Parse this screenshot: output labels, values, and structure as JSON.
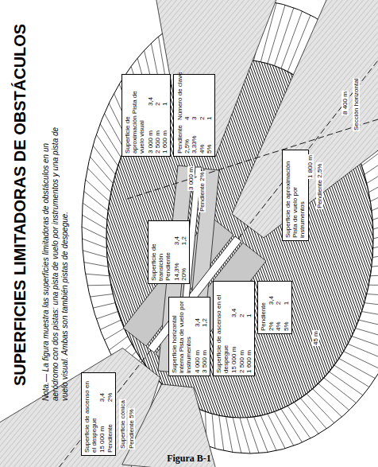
{
  "diagram": {
    "title": "SUPERFICIES LIMITADORAS DE OBSTÁCULOS",
    "caption": "Figura B-1",
    "nodes": [
      {
        "text": [
          "Superficie de aproximación Pista de vuelo visual",
          "3 000 m",
          "3,4",
          "2 500 m",
          "2",
          "1 600 m",
          "1"
        ]
      },
      {
        "text": [
          "Pendiente",
          "Número de clave",
          "2,5%",
          "4",
          "3,33%",
          "3",
          "4%",
          "2",
          "5%",
          "1"
        ]
      },
      {
        "text": [
          "Superficie de transición",
          "Pendiente",
          "14,3%",
          "3,4",
          "20%",
          "1,2"
        ]
      },
      {
        "text": [
          "Superficie horizontal interna Pista de vuelo por instrumentos",
          "4 000 m",
          "3,4",
          "3 500 m",
          "1,2"
        ]
      },
      {
        "text": [
          "Superficie de ascenso en el despegue",
          "15 000 m",
          "3,4",
          "2 500 m",
          "2",
          "1 600 m",
          "1"
        ]
      },
      {
        "text": [
          "Pendiente",
          "2%",
          "3,4",
          "4%",
          "2",
          "5%",
          "1"
        ]
      },
      {
        "text": [
          "Superficie de ascenso en el despegue",
          "15 000 m",
          "3,4",
          "Pendiente",
          "2%"
        ]
      },
      {
        "text": [
          "Superficie de aproximación Pista de vuelo por instrumentos"
        ]
      }
    ],
    "labels": [
      "Nota.— La figura muestra las superficies limitadoras de obstáculos en un aeródromo con dos pistas: una pista de vuelo por instrumentos y una pista de vuelo visual. Ambas son también pistas de despegue.",
      "3 000 m",
      "Pendiente 2%",
      "1 800 m",
      "Pendiente 2,5%",
      "8 400 m",
      "Sección horizontal",
      "45 m",
      "Superficie cónica",
      "Pendiente 5%"
    ]
  }
}
